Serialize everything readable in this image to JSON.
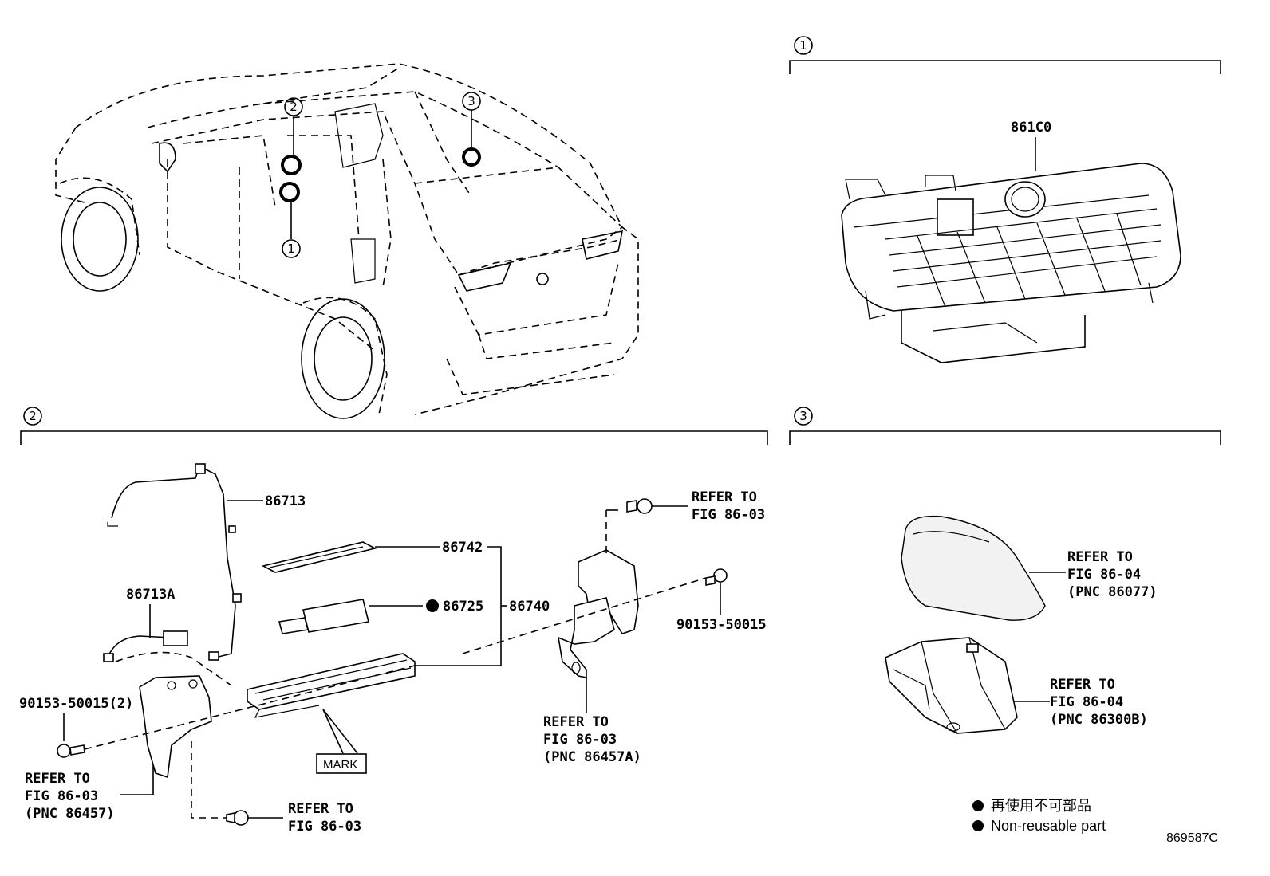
{
  "sections": {
    "overview_markers": [
      "1",
      "2",
      "3"
    ],
    "section_1": {
      "number": "1",
      "parts": [
        {
          "label": "861C0"
        }
      ]
    },
    "section_2": {
      "number": "2",
      "parts": [
        {
          "label": "86713"
        },
        {
          "label": "86713A"
        },
        {
          "label": "86742"
        },
        {
          "label": "86725"
        },
        {
          "label": "86740"
        },
        {
          "label": "90153-50015"
        },
        {
          "label": "90153-50015(2)"
        }
      ],
      "refs": [
        {
          "line1": "REFER TO",
          "line2": "FIG 86-03"
        },
        {
          "line1": "REFER TO",
          "line2": "FIG 86-03",
          "line3": "(PNC 86457A)"
        },
        {
          "line1": "REFER TO",
          "line2": "FIG 86-03",
          "line3": "(PNC 86457)"
        },
        {
          "line1": "REFER TO",
          "line2": "FIG 86-03"
        }
      ],
      "mark_label": "MARK"
    },
    "section_3": {
      "number": "3",
      "refs": [
        {
          "line1": "REFER TO",
          "line2": "FIG 86-04",
          "line3": "(PNC 86077)"
        },
        {
          "line1": "REFER TO",
          "line2": "FIG 86-04",
          "line3": "(PNC 86300B)"
        }
      ]
    }
  },
  "legend": {
    "japanese": "再使用不可部品",
    "english": "Non-reusable part"
  },
  "diagram_code": "869587C",
  "colors": {
    "ink": "#000000",
    "paper": "#ffffff"
  }
}
